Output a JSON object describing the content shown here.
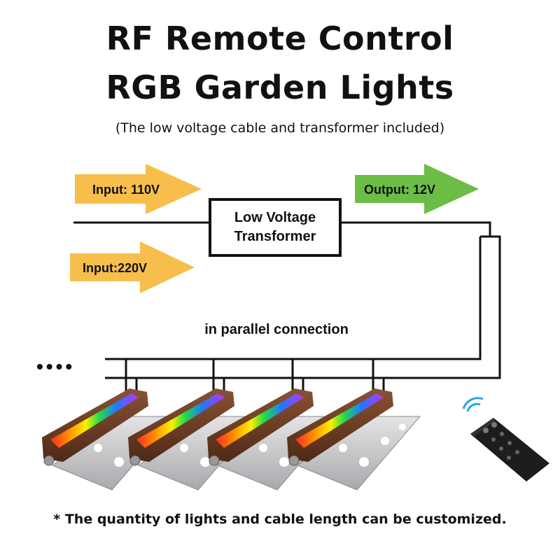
{
  "title": {
    "line1": "RF Remote Control",
    "line2": "RGB Garden Lights"
  },
  "subtitle": "(The low voltage cable and transformer included)",
  "inputs": [
    {
      "label": "Input: 110V",
      "color": "#f7be4c"
    },
    {
      "label": "Input:220V",
      "color": "#f7be4c"
    }
  ],
  "output": {
    "label": "Output: 12V",
    "color": "#6cbd45"
  },
  "transformer": {
    "line1": "Low Voltage",
    "line2": "Transformer"
  },
  "connection_label": "in parallel connection",
  "continuation": "••••",
  "footnote": "* The quantity of lights and cable length can be customized.",
  "light_count": 4,
  "colors": {
    "fixture_body": "#6b3c24",
    "plate": "#c9c9cc",
    "wire": "#111111"
  },
  "remote_icon": "remote-control-icon"
}
